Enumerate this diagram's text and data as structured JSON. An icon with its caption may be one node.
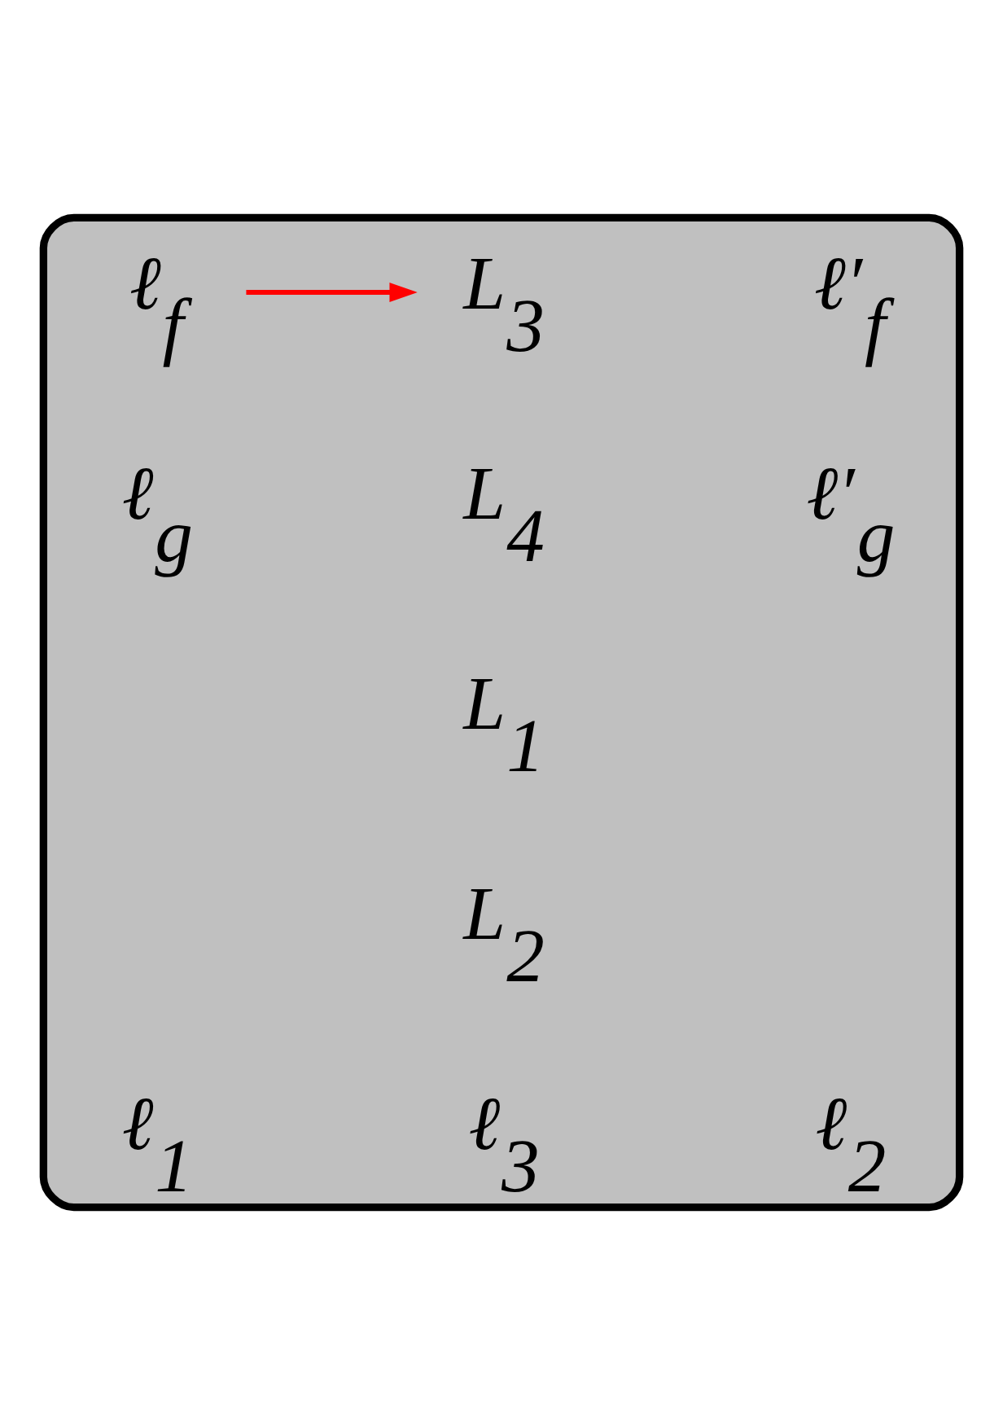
{
  "diagram": {
    "nodes": [
      {
        "text": [],
        "shape": "box"
      },
      {
        "text": [
          "ℓ$_{f}$"
        ],
        "in": 0
      },
      {
        "text": [
          "L$_{3}$"
        ],
        "in": 0
      }
    ],
    "edges": [
      {
        "from": 1,
        "to": 2,
        "arrow": "to",
        "color": "#ff0000"
      }
    ],
    "labels": [
      "ℓ′$_{f}$",
      "ℓ$_{g}$",
      "L$_{4}$",
      "ℓ′$_{g}$",
      "L$_{1}$",
      "L$_{2}$",
      "ℓ$_{1}$",
      "ℓ$_{3}$",
      "ℓ$_{2}$"
    ]
  }
}
